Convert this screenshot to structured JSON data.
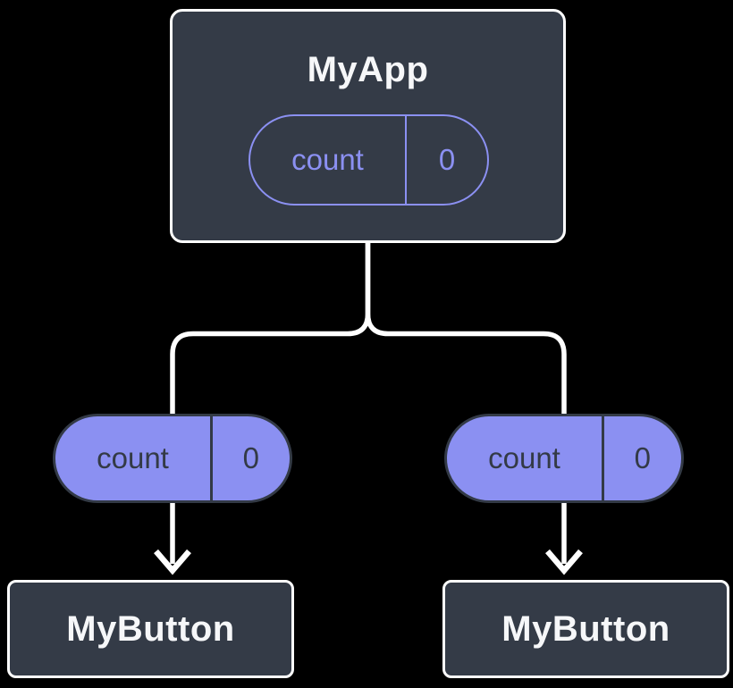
{
  "diagram": {
    "description": "React component tree: parent component holding state, passing props to two child components",
    "colors": {
      "background": "#000000",
      "node_fill": "#343b47",
      "node_border": "#ffffff",
      "accent": "#8b90f2",
      "title_text": "#f6f7f9",
      "pill_dark_text": "#333a46",
      "connector": "#ffffff"
    },
    "root_node": {
      "title": "MyApp",
      "state_pill": {
        "key": "count",
        "value": "0"
      }
    },
    "prop_pills": [
      {
        "key": "count",
        "value": "0"
      },
      {
        "key": "count",
        "value": "0"
      }
    ],
    "child_nodes": [
      {
        "title": "MyButton"
      },
      {
        "title": "MyButton"
      }
    ]
  }
}
